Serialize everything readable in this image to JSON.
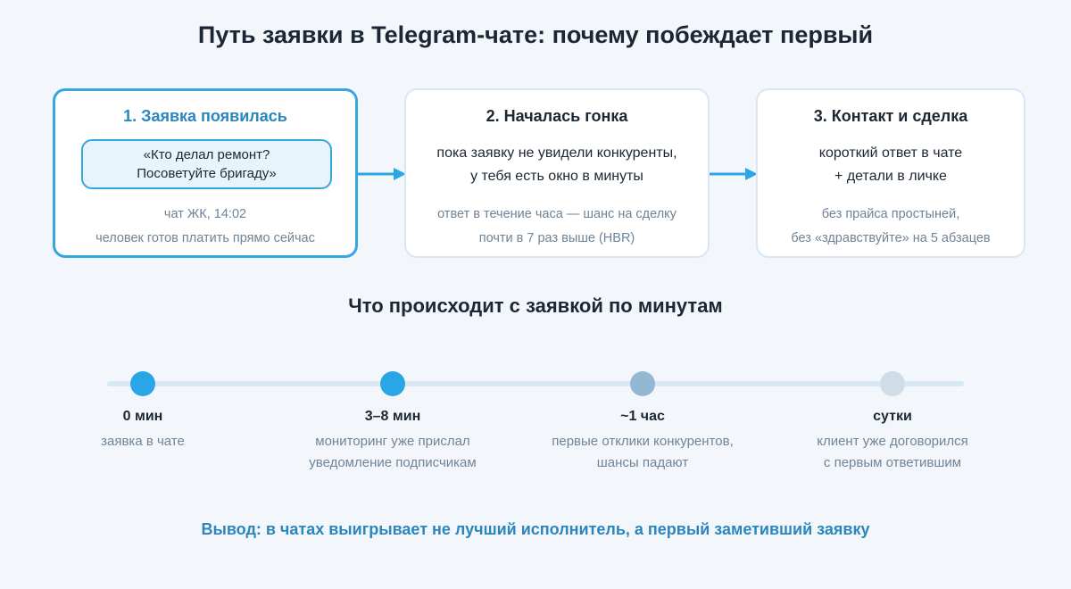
{
  "title": "Путь заявки в Telegram-чате: почему побеждает первый",
  "steps": [
    {
      "heading": "1. Заявка появилась",
      "quote_line1": "«Кто делал ремонт?",
      "quote_line2": "Посоветуйте бригаду»",
      "note_line1": "чат ЖК, 14:02",
      "note_line2": "человек готов платить прямо сейчас"
    },
    {
      "heading": "2. Началась гонка",
      "body_line1": "пока заявку не увидели конкуренты,",
      "body_line2": "у тебя есть окно в минуты",
      "note_line1": "ответ в течение часа — шанс на сделку",
      "note_line2": "почти в 7 раз выше (HBR)"
    },
    {
      "heading": "3. Контакт и сделка",
      "body_line1": "короткий ответ в чате",
      "body_line2": "+ детали в личке",
      "note_line1": "без прайса простыней,",
      "note_line2": "без «здравствуйте» на 5 абзацев"
    }
  ],
  "timeline": {
    "heading": "Что происходит с заявкой по минутам",
    "points": [
      {
        "time": "0 мин",
        "desc_line1": "заявка в чате",
        "desc_line2": "",
        "color": "#2aa6e6"
      },
      {
        "time": "3–8 мин",
        "desc_line1": "мониторинг уже прислал",
        "desc_line2": "уведомление подписчикам",
        "color": "#2aa6e6"
      },
      {
        "time": "~1 час",
        "desc_line1": "первые отклики конкурентов,",
        "desc_line2": "шансы падают",
        "color": "#93b8d3"
      },
      {
        "time": "сутки",
        "desc_line1": "клиент уже договорился",
        "desc_line2": "с первым ответившим",
        "color": "#cfdde9"
      }
    ]
  },
  "conclusion": "Вывод: в чатах выигрывает не лучший исполнитель, а первый заметивший заявку",
  "colors": {
    "accent": "#35a6df",
    "accent_text": "#2b86be",
    "muted": "#6f8496",
    "background": "#f3f7fc"
  },
  "icons": [
    "arrow-right-icon"
  ]
}
